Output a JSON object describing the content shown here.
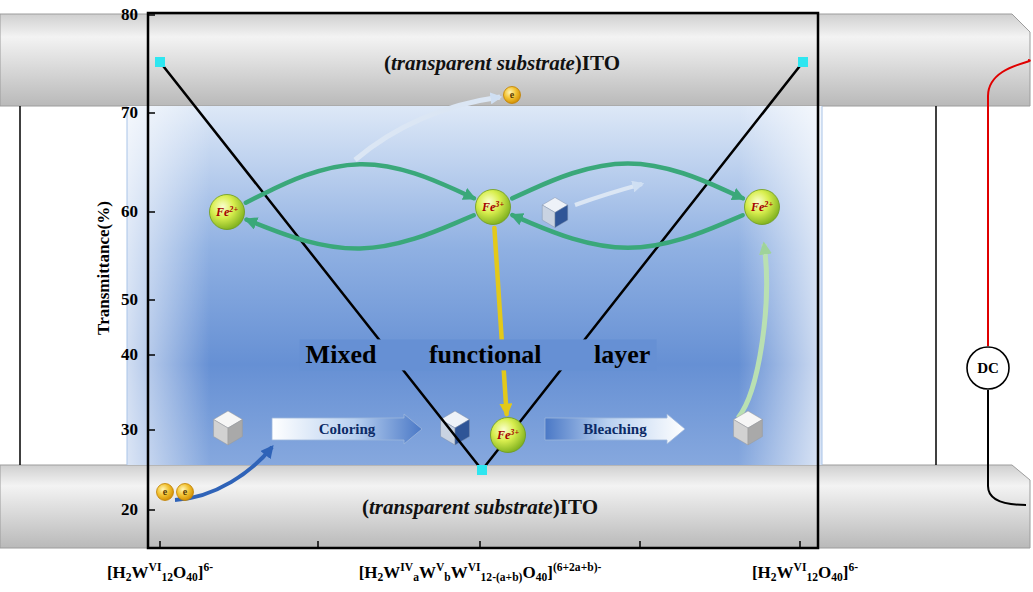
{
  "diagram": {
    "nodes": [
      {
        "text": [
          "(transparent substrate)ITO"
        ]
      },
      {
        "text": [
          "e"
        ]
      },
      {
        "text": [
          "Mixed functional layer"
        ]
      },
      {
        "text": [
          "Fe2+"
        ],
        "in": 2
      },
      {
        "text": [
          "Fe3+"
        ],
        "in": 2
      },
      {
        "text": [
          "Fe2+"
        ],
        "in": 2
      },
      {
        "text": [
          "Coloring"
        ],
        "in": 2
      },
      {
        "text": [
          "Fe3+"
        ],
        "in": 2
      },
      {
        "text": [
          "Bleaching"
        ],
        "in": 2
      },
      {
        "text": [
          "(transparent substrate)ITO"
        ]
      },
      {
        "text": [
          "e"
        ]
      },
      {
        "text": [
          "e"
        ]
      },
      {
        "text": [
          "DC"
        ]
      }
    ],
    "edges": [
      {
        "from": 3,
        "to": 4,
        "arrow": "to"
      },
      {
        "from": 4,
        "to": 3,
        "arrow": "to"
      },
      {
        "from": 4,
        "to": 5,
        "arrow": "to"
      },
      {
        "from": 5,
        "to": 4,
        "arrow": "to"
      },
      {
        "from": 4,
        "to": 7,
        "arrow": "to"
      }
    ],
    "labels": [
      "80",
      "70",
      "60",
      "50",
      "40",
      "30",
      "20",
      "Transmittance(%)",
      "[H2WVI12O40]6-",
      "[H2WIVaWVbWVI12-(a+b)O40](6+2a+b)-",
      "[H2WVI12O40]6-"
    ]
  }
}
